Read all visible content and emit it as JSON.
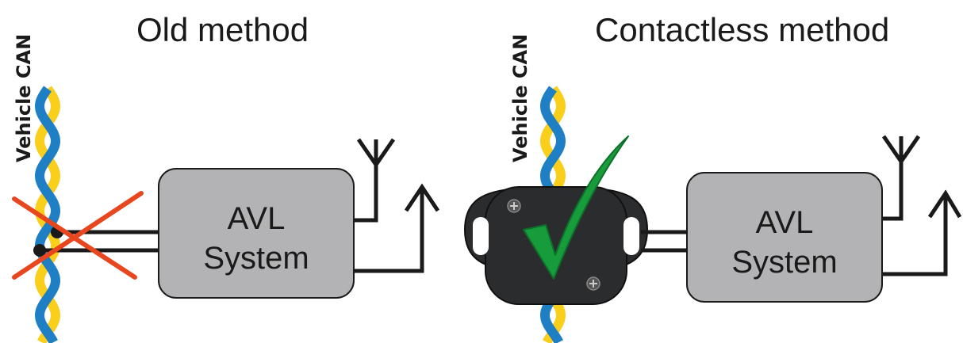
{
  "left_panel": {
    "title": "Old method",
    "bus_label": "Vehicle CAN",
    "box_line1": "AVL",
    "box_line2": "System"
  },
  "right_panel": {
    "title": "Contactless method",
    "bus_label": "Vehicle CAN",
    "box_line1": "AVL",
    "box_line2": "System"
  },
  "colors": {
    "wire_blue": "#1f7fc4",
    "wire_yellow": "#f9cf1c",
    "box_fill": "#b3b3b5",
    "reader_body": "#2a2c2d",
    "cross_red": "#e8461e",
    "check_green": "#179c3c",
    "line": "#1a1a1a"
  }
}
